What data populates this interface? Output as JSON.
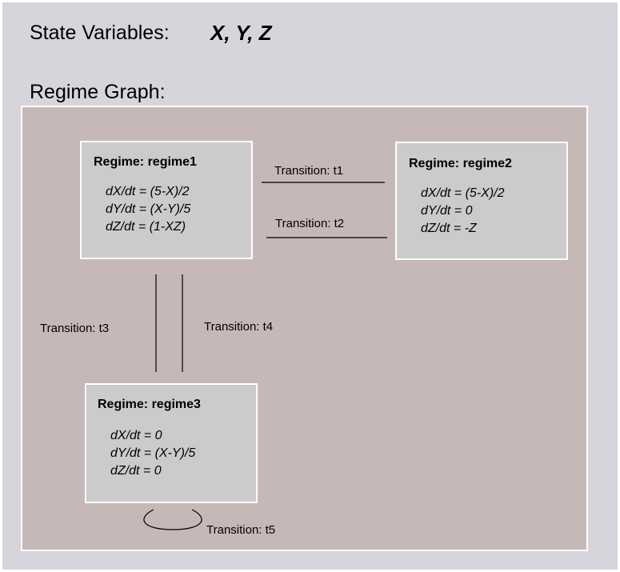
{
  "state_variables": {
    "label": "State Variables:",
    "values": "X, Y, Z"
  },
  "regime_graph": {
    "label": "Regime Graph:",
    "regimes": [
      {
        "title": "Regime: regime1",
        "equations": [
          "dX/dt = (5-X)/2",
          "dY/dt = (X-Y)/5",
          "dZ/dt = (1-XZ)"
        ]
      },
      {
        "title": "Regime: regime2",
        "equations": [
          "dX/dt = (5-X)/2",
          "dY/dt = 0",
          "dZ/dt = -Z"
        ]
      },
      {
        "title": "Regime: regime3",
        "equations": [
          "dX/dt = 0",
          "dY/dt = (X-Y)/5",
          "dZ/dt = 0"
        ]
      }
    ],
    "transitions": [
      {
        "label": "Transition: t1"
      },
      {
        "label": "Transition: t2"
      },
      {
        "label": "Transition: t3"
      },
      {
        "label": "Transition: t4"
      },
      {
        "label": "Transition: t5"
      }
    ]
  }
}
